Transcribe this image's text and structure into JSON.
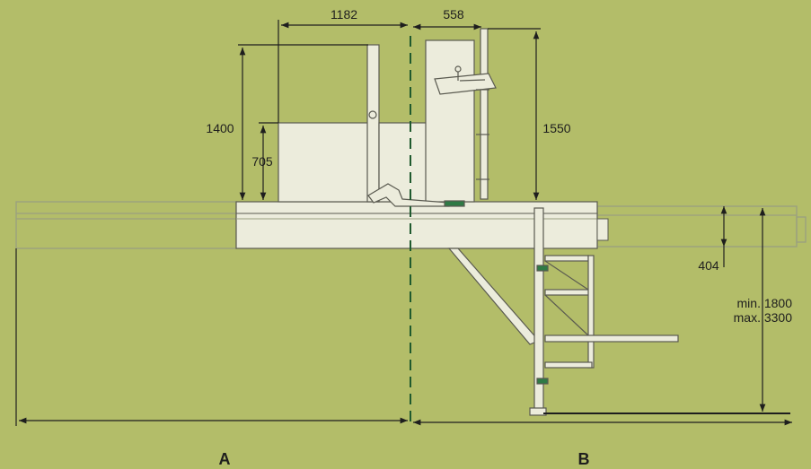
{
  "dimensions": {
    "width_1182": "1182",
    "width_558": "558",
    "height_1400": "1400",
    "height_705": "705",
    "height_1550": "1550",
    "height_404": "404",
    "min_label": "min. 1800",
    "max_label": "max. 3300"
  },
  "sections": {
    "a": "A",
    "b": "B"
  },
  "colors": {
    "background": "#b3bd69",
    "machine_fill": "#ececdc",
    "line": "#1e1e1e",
    "outline": "#9a9f80",
    "accent_green": "#2f7a45",
    "centerline": "#1f5a2e"
  }
}
